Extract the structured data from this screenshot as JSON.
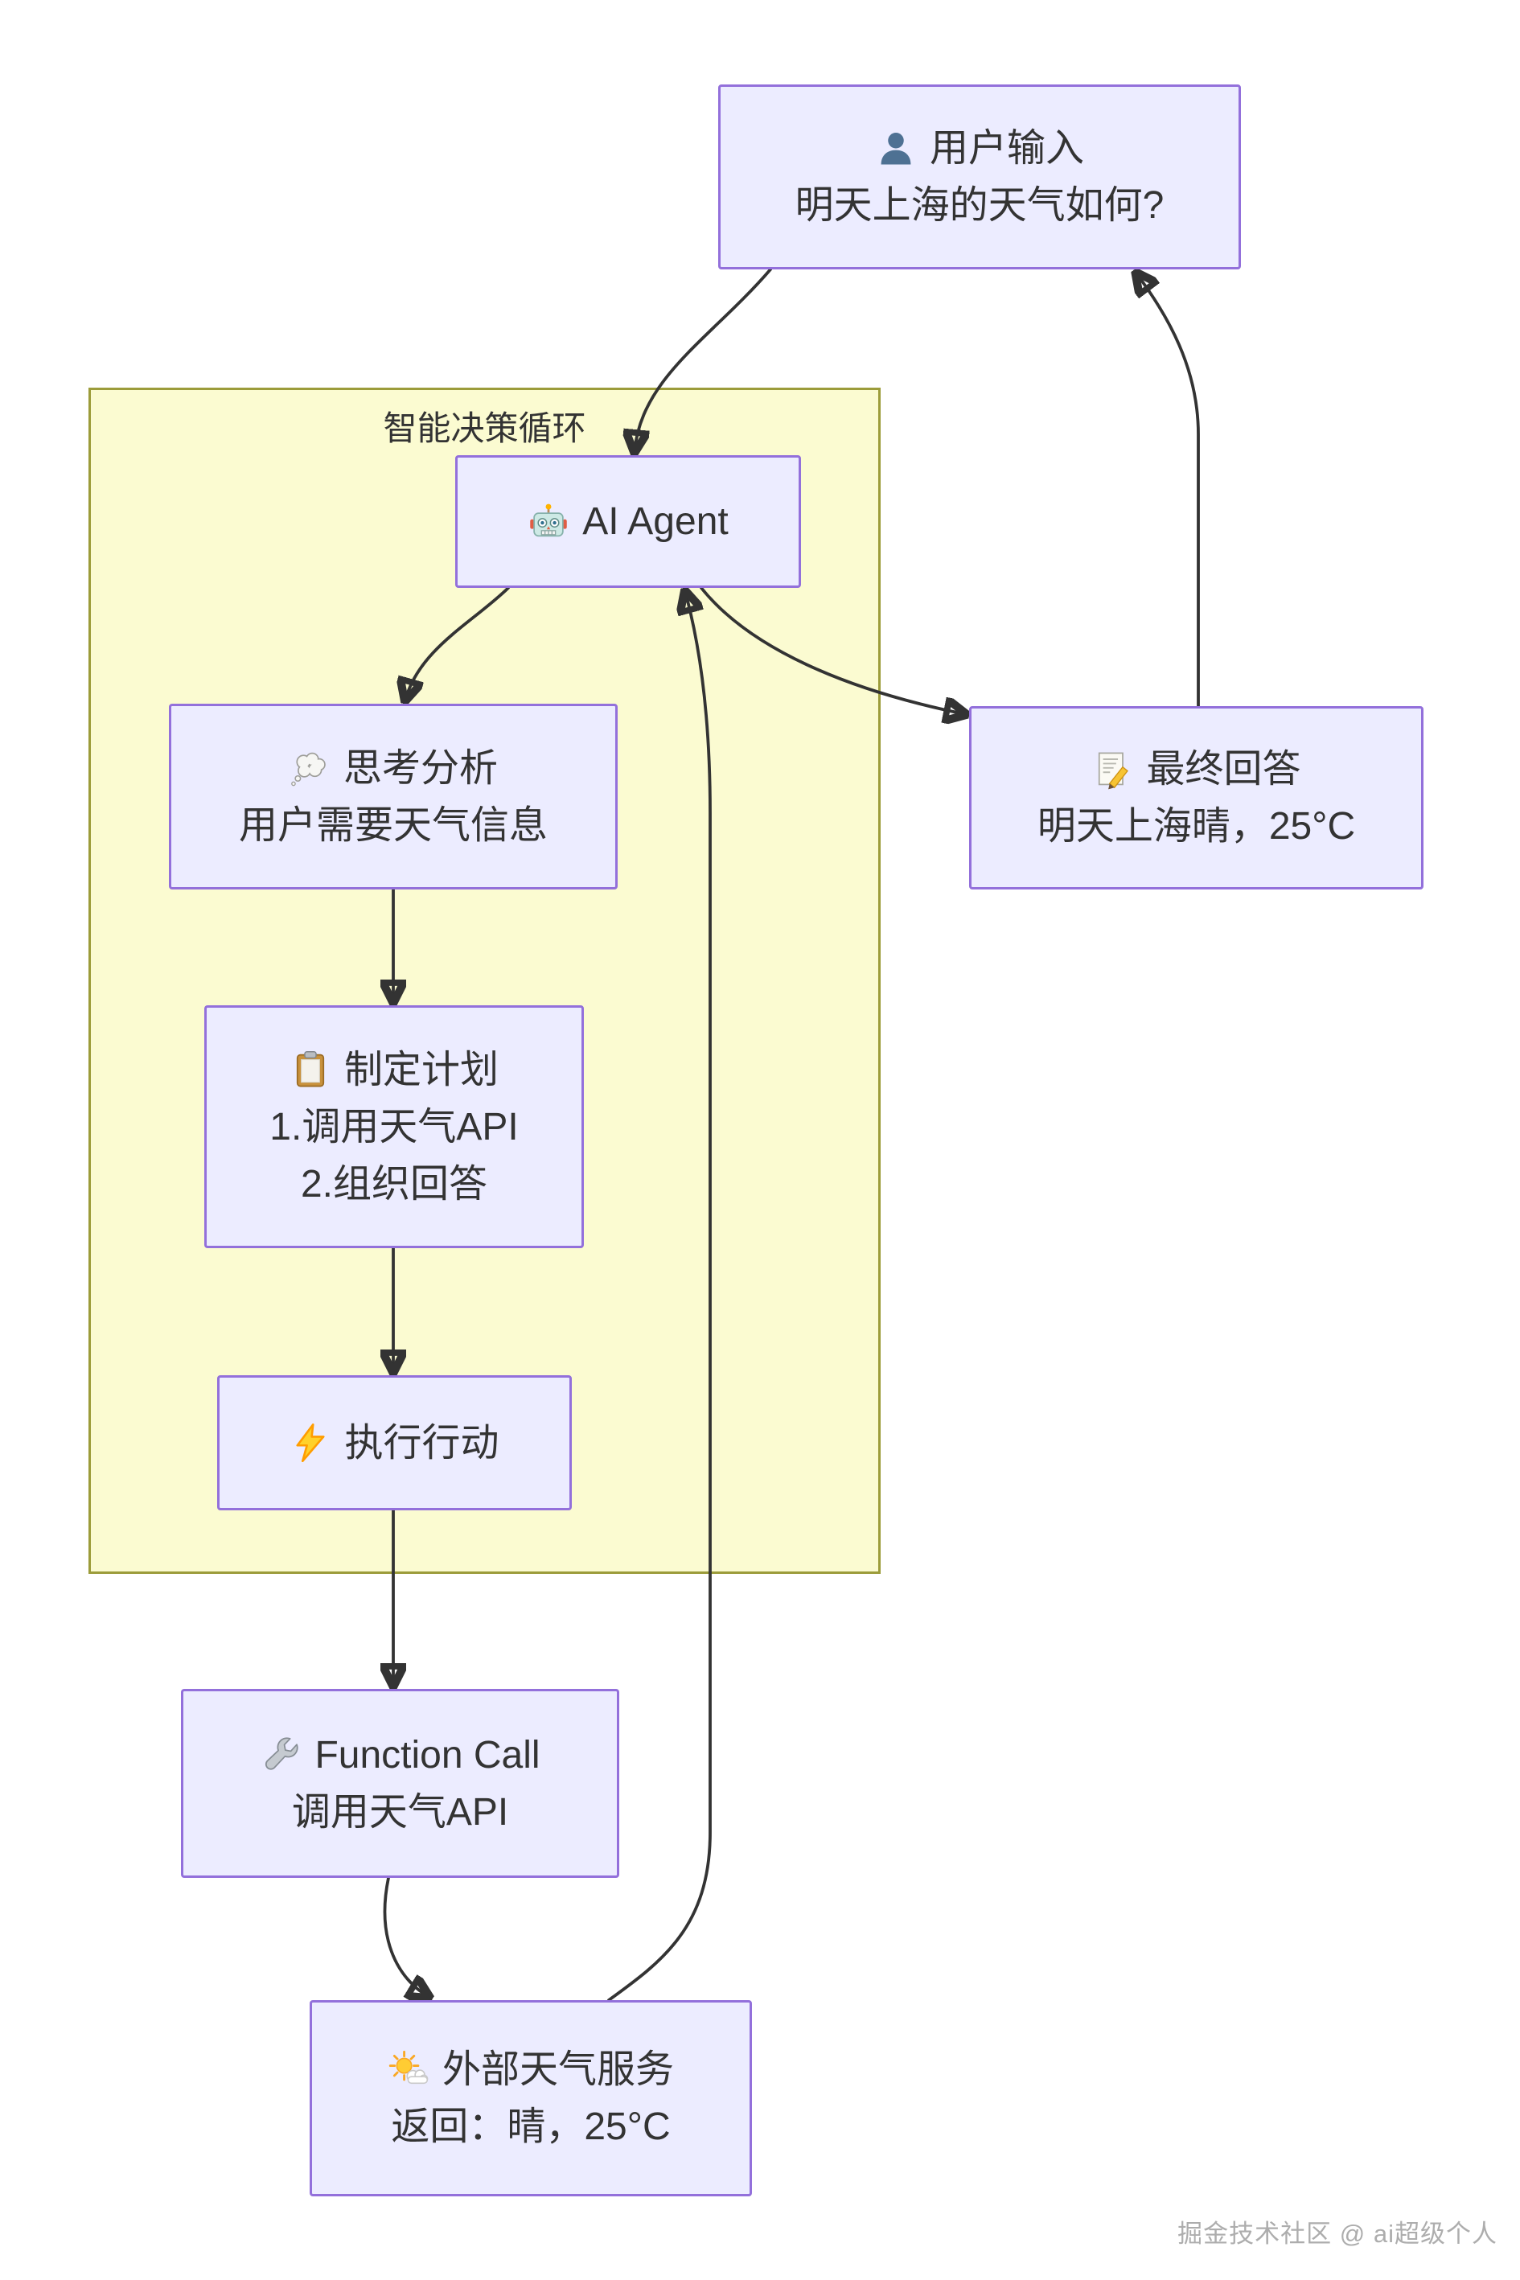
{
  "subgraph": {
    "label": "智能决策循环"
  },
  "nodes": {
    "user_input": {
      "icon": "user-icon",
      "title": "用户输入",
      "line2": "明天上海的天气如何?"
    },
    "agent": {
      "icon": "robot-icon",
      "title": "AI Agent"
    },
    "thinking": {
      "icon": "thought-cloud-icon",
      "title": "思考分析",
      "line2": "用户需要天气信息"
    },
    "plan": {
      "icon": "clipboard-icon",
      "title": "制定计划",
      "line2": "1.调用天气API",
      "line3": "2.组织回答"
    },
    "action": {
      "icon": "lightning-icon",
      "title": "执行行动"
    },
    "final_answer": {
      "icon": "memo-icon",
      "title": "最终回答",
      "line2": "明天上海晴，25°C"
    },
    "function_call": {
      "icon": "wrench-icon",
      "title": "Function Call",
      "line2": "调用天气API"
    },
    "weather_service": {
      "icon": "sun-cloud-icon",
      "title": "外部天气服务",
      "line2": "返回：晴，25°C"
    }
  },
  "edges": [
    {
      "from": "用户输入",
      "to": "AI Agent"
    },
    {
      "from": "最终回答",
      "to": "用户输入"
    },
    {
      "from": "AI Agent",
      "to": "思考分析"
    },
    {
      "from": "思考分析",
      "to": "制定计划"
    },
    {
      "from": "制定计划",
      "to": "执行行动"
    },
    {
      "from": "执行行动",
      "to": "Function Call"
    },
    {
      "from": "Function Call",
      "to": "外部天气服务"
    },
    {
      "from": "外部天气服务",
      "to": "AI Agent"
    },
    {
      "from": "AI Agent",
      "to": "最终回答"
    }
  ],
  "watermark": {
    "text": "掘金技术社区 @ ai超级个人"
  },
  "colors": {
    "node_fill": "#ececff",
    "node_border": "#9370db",
    "loop_fill": "#fbfbd1",
    "loop_border": "#9c9c3a",
    "edge": "#333333",
    "text": "#333333",
    "watermark": "#adadad"
  }
}
